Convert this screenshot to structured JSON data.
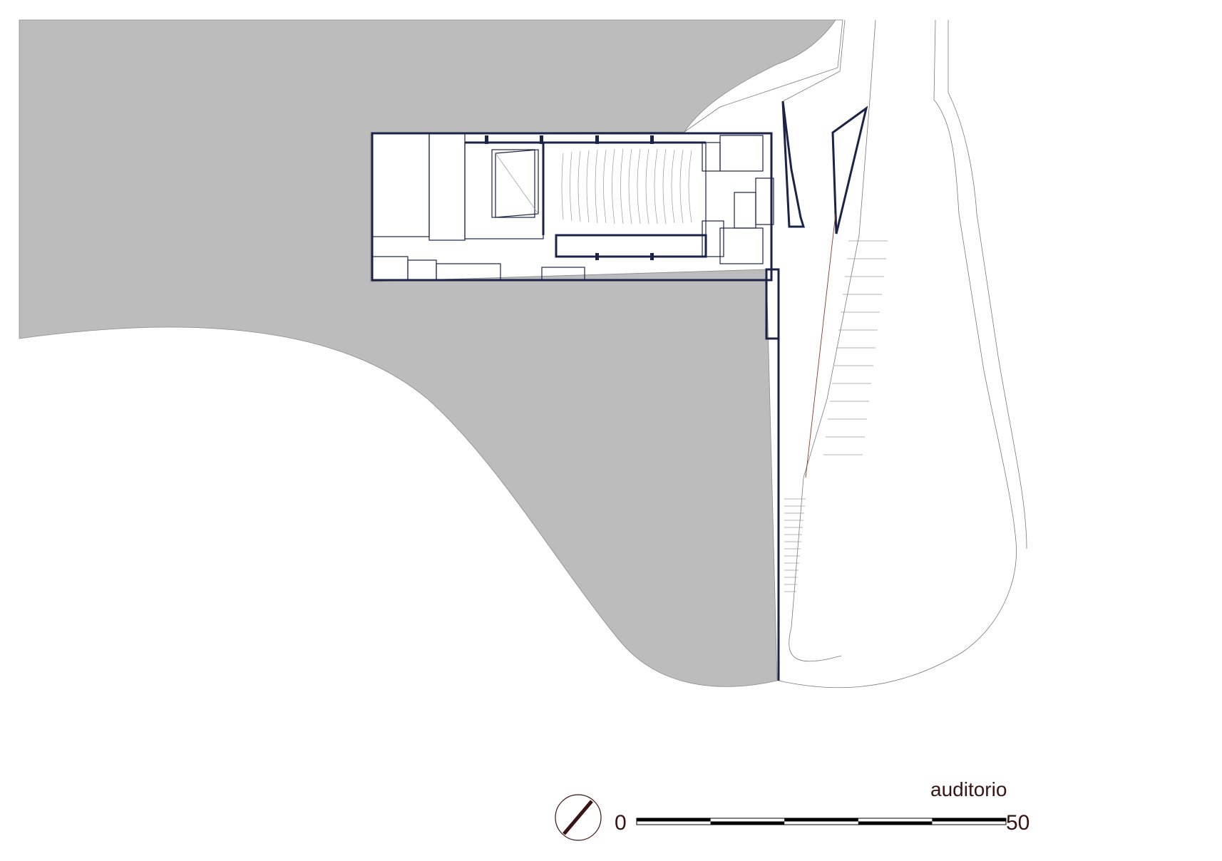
{
  "drawing": {
    "title": "auditorio",
    "colors": {
      "ground": "#bcbcbc",
      "walls": "#1b2348",
      "site_lines": "#8a8a8a",
      "label": "#3a1412",
      "accent_line": "#8b3a2e"
    }
  },
  "scale_bar": {
    "start_label": "0",
    "end_label": "50",
    "segments": 5
  },
  "north_arrow": {
    "icon": "north-arrow-icon"
  }
}
